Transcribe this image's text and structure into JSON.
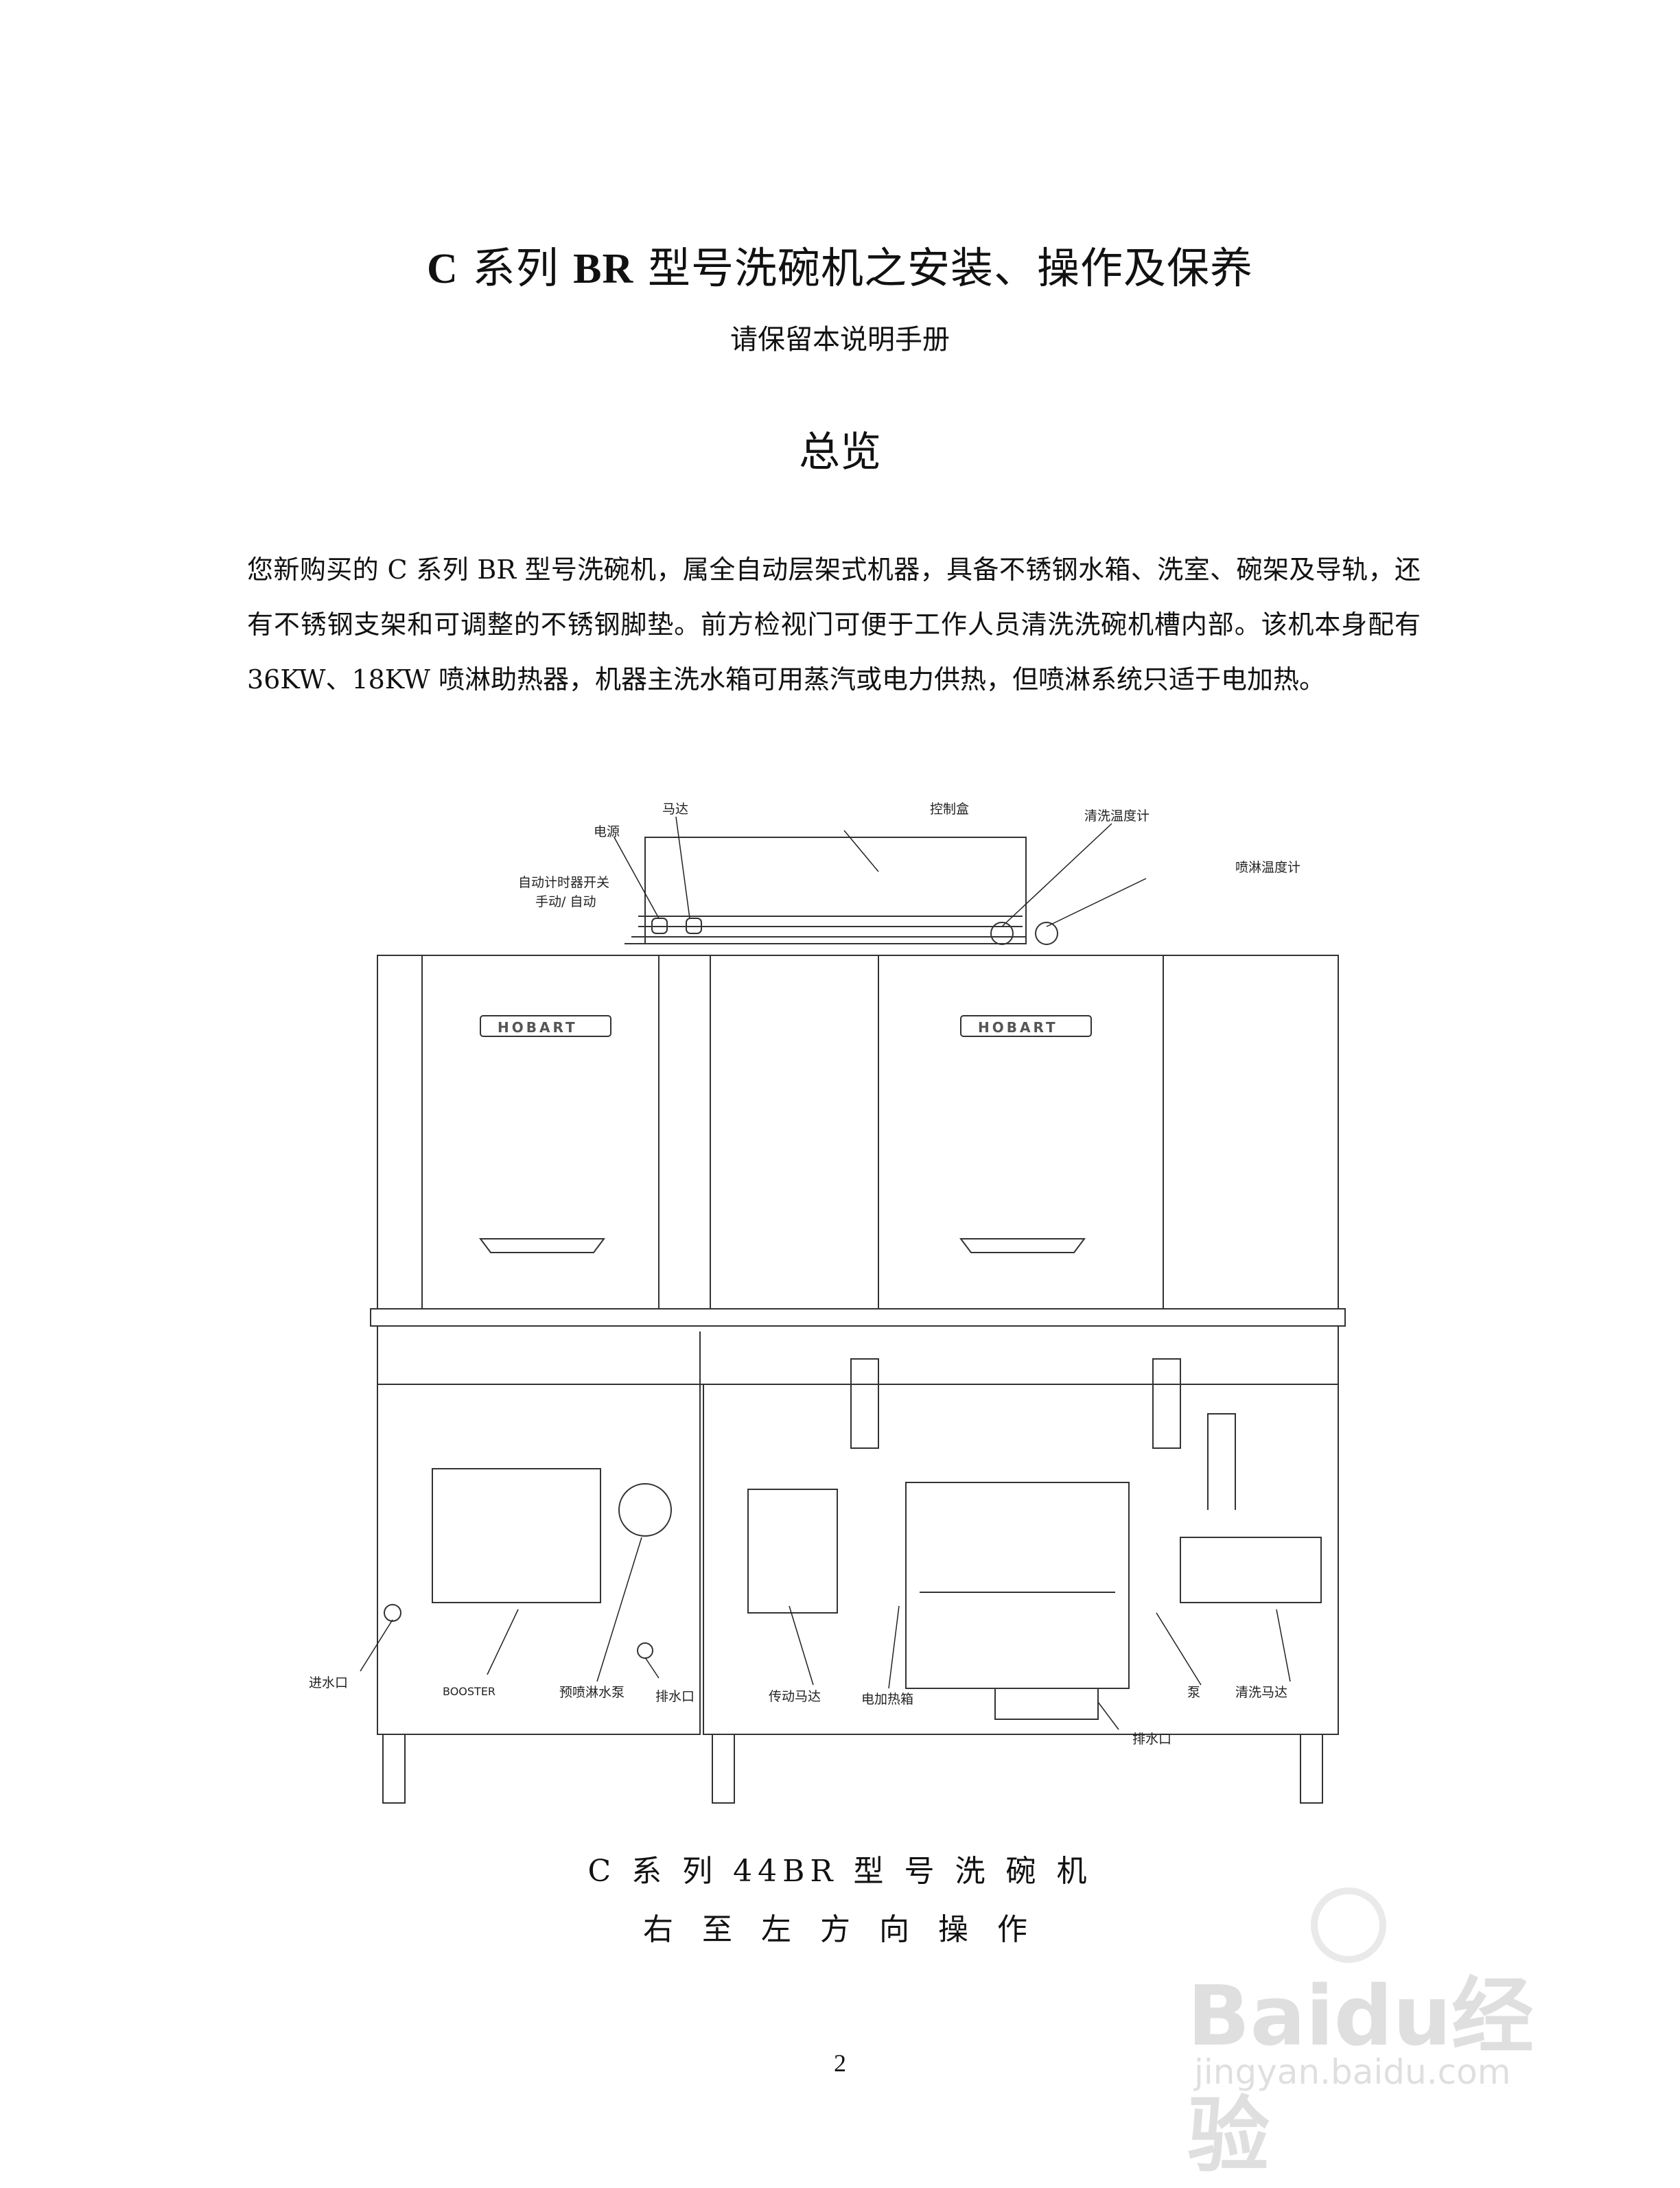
{
  "header": {
    "title_prefix": "C",
    "title_mid1": " 系列 ",
    "title_latin": "BR",
    "title_rest": " 型号洗碗机之安装、操作及保养",
    "subtitle": "请保留本说明手册"
  },
  "overview": {
    "heading": "总览",
    "paragraph": "您新购买的 C 系列 BR 型号洗碗机，属全自动层架式机器，具备不锈钢水箱、洗室、碗架及导轨，还有不锈钢支架和可调整的不锈钢脚垫。前方检视门可便于工作人员清洗洗碗机槽内部。该机本身配有 36KW、18KW 喷淋助热器，机器主洗水箱可用蒸汽或电力供热，但喷淋系统只适于电加热。"
  },
  "diagram": {
    "labels": {
      "motor": "马达",
      "power": "电源",
      "auto_timer": "自动计时器开关",
      "manual_auto": "手动/ 自动",
      "control_box": "控制盒",
      "wash_temp": "清洗温度计",
      "rinse_temp": "喷淋温度计",
      "water_inlet": "进水口",
      "booster": "BOOSTER",
      "prerinse_pump": "预喷淋水泵",
      "drain1": "排水口",
      "drive_motor": "传动马达",
      "heater_box": "电加热箱",
      "drain2": "排水口",
      "pump": "泵",
      "wash_motor": "清洗马达",
      "brand1": "HOBART",
      "brand2": "HOBART"
    }
  },
  "caption": {
    "line1": "C 系 列 44BR 型 号 洗 碗 机",
    "line2": "右 至 左 方 向 操 作"
  },
  "page_number": "2",
  "watermark": {
    "brand": "Baidu经验",
    "url": "jingyan.baidu.com"
  }
}
